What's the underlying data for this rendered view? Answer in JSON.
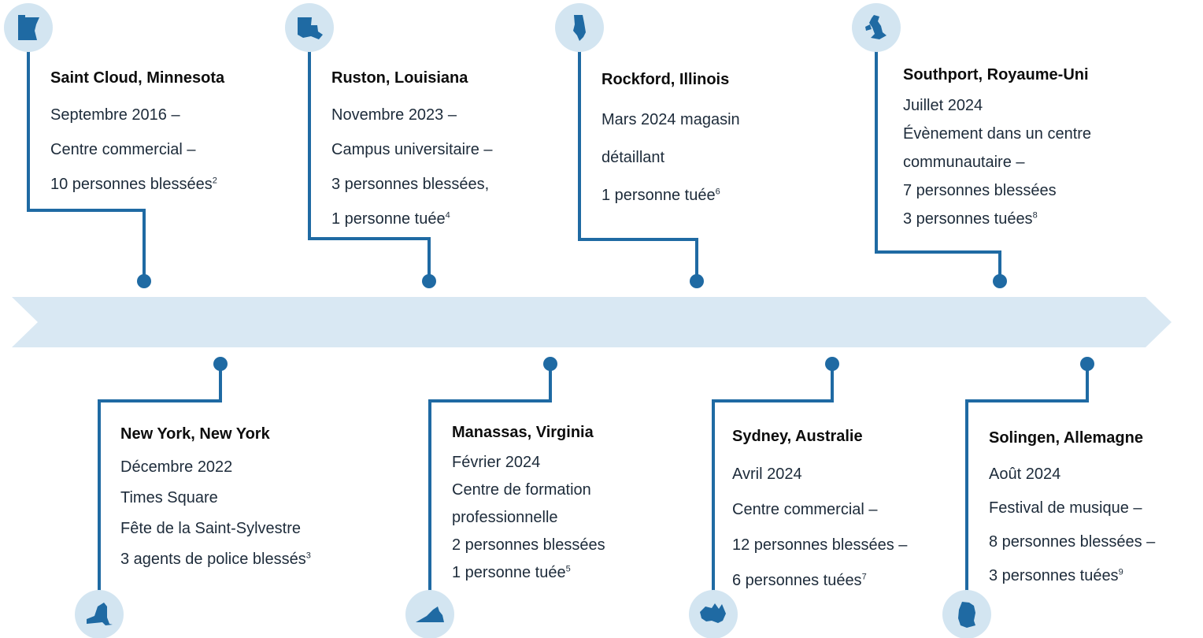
{
  "colors": {
    "connector": "#1f6aa3",
    "icon_bg": "#d3e5f1",
    "icon_fill": "#1f6aa3",
    "arrow": "#d9e8f3"
  },
  "events": [
    {
      "id": "saint-cloud",
      "title": "Saint Cloud, Minnesota",
      "icon": "minnesota-icon",
      "lines": [
        "Septembre 2016 –",
        "Centre commercial –",
        "10 personnes blessées"
      ],
      "footnote": "2"
    },
    {
      "id": "new-york",
      "title": "New York, New York",
      "icon": "new-york-icon",
      "lines": [
        "Décembre 2022",
        "Times Square",
        "Fête de la Saint-Sylvestre",
        "3 agents de police blessés"
      ],
      "footnote": "3"
    },
    {
      "id": "ruston",
      "title": "Ruston, Louisiana",
      "icon": "louisiana-icon",
      "lines": [
        "Novembre 2023 –",
        "Campus universitaire –",
        "3 personnes blessées,",
        "1 personne tuée"
      ],
      "footnote": "4"
    },
    {
      "id": "manassas",
      "title": "Manassas, Virginia",
      "icon": "virginia-icon",
      "lines": [
        "Février 2024",
        "Centre de formation",
        "professionnelle",
        "2 personnes blessées",
        "1 personne tuée"
      ],
      "footnote": "5"
    },
    {
      "id": "rockford",
      "title": "Rockford, Illinois",
      "icon": "illinois-icon",
      "lines": [
        "Mars 2024 magasin",
        "détaillant",
        "1 personne tuée"
      ],
      "footnote": "6"
    },
    {
      "id": "sydney",
      "title": "Sydney, Australie",
      "icon": "australia-icon",
      "lines": [
        "Avril 2024",
        "Centre commercial –",
        "12 personnes blessées –",
        "6 personnes tuées"
      ],
      "footnote": "7"
    },
    {
      "id": "southport",
      "title": "Southport, Royaume-Uni",
      "icon": "united-kingdom-icon",
      "lines": [
        "Juillet 2024",
        "Évènement dans un centre",
        "communautaire –",
        "7 personnes blessées",
        "3 personnes tuées"
      ],
      "footnote": "8"
    },
    {
      "id": "solingen",
      "title": "Solingen, Allemagne",
      "icon": "germany-icon",
      "lines": [
        "Août 2024",
        "Festival de musique –",
        "8 personnes blessées –",
        "3 personnes tuées"
      ],
      "footnote": "9"
    }
  ]
}
